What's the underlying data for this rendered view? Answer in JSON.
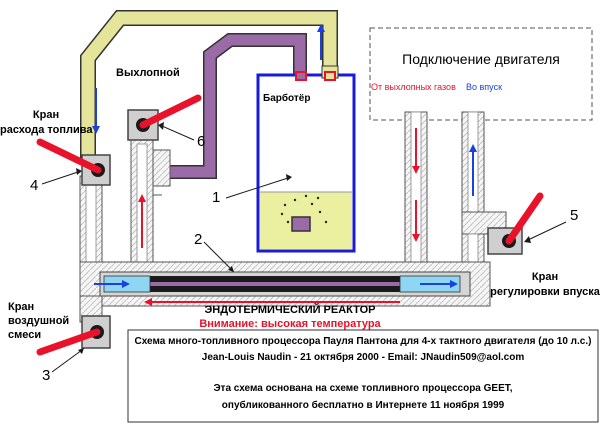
{
  "labels": {
    "engine_connection": "Подключение двигателя",
    "from_exhaust": "От выхлопных газов",
    "to_intake": "Во впуск",
    "exhaust": "Выхлопной",
    "bubbler": "Барботёр",
    "fuel_valve_line1": "Кран",
    "fuel_valve_line2": "расхода топлива",
    "air_valve_line1": "Кран",
    "air_valve_line2": "воздушной",
    "air_valve_line3": "смеси",
    "intake_valve_line1": "Кран",
    "intake_valve_line2": "регулировки впуска",
    "reactor": "ЭНДОТЕРМИЧЕСКИЙ РЕАКТОР",
    "warning": "Внимание: высокая температура"
  },
  "callouts": [
    "1",
    "2",
    "3",
    "4",
    "5",
    "6"
  ],
  "info": {
    "line1": "Схема много-топливного процессора Пауля Пантона для 4-х тактного двигателя (до 10 л.с.)",
    "line2": "Jean-Louis Naudin  - 21 октября 2000 - Email: JNaudin509@aol.com",
    "line3": "Эта схема основана на схеме топливного процессора GEET,",
    "line4": "опубликованного бесплатно в Интернете 11 ноября 1999"
  },
  "colors": {
    "fuel_pipe": "#e4e49a",
    "exhaust_pipe": "#9a6ba6",
    "valve_handle": "#e8132b",
    "flow_arrow_red": "#e8132b",
    "flow_arrow_blue": "#1b3fe0",
    "reactor_core": "#1a1a1a",
    "air_inlet": "#8ed6f2",
    "fuel_liquid": "#eaf0a0",
    "bubbler_outline": "#1a1adc",
    "warning_text": "#e8132b",
    "from_exhaust_text": "#e8132b",
    "to_intake_text": "#1b3fe0",
    "callout_arrow": "#1a1a1a"
  }
}
